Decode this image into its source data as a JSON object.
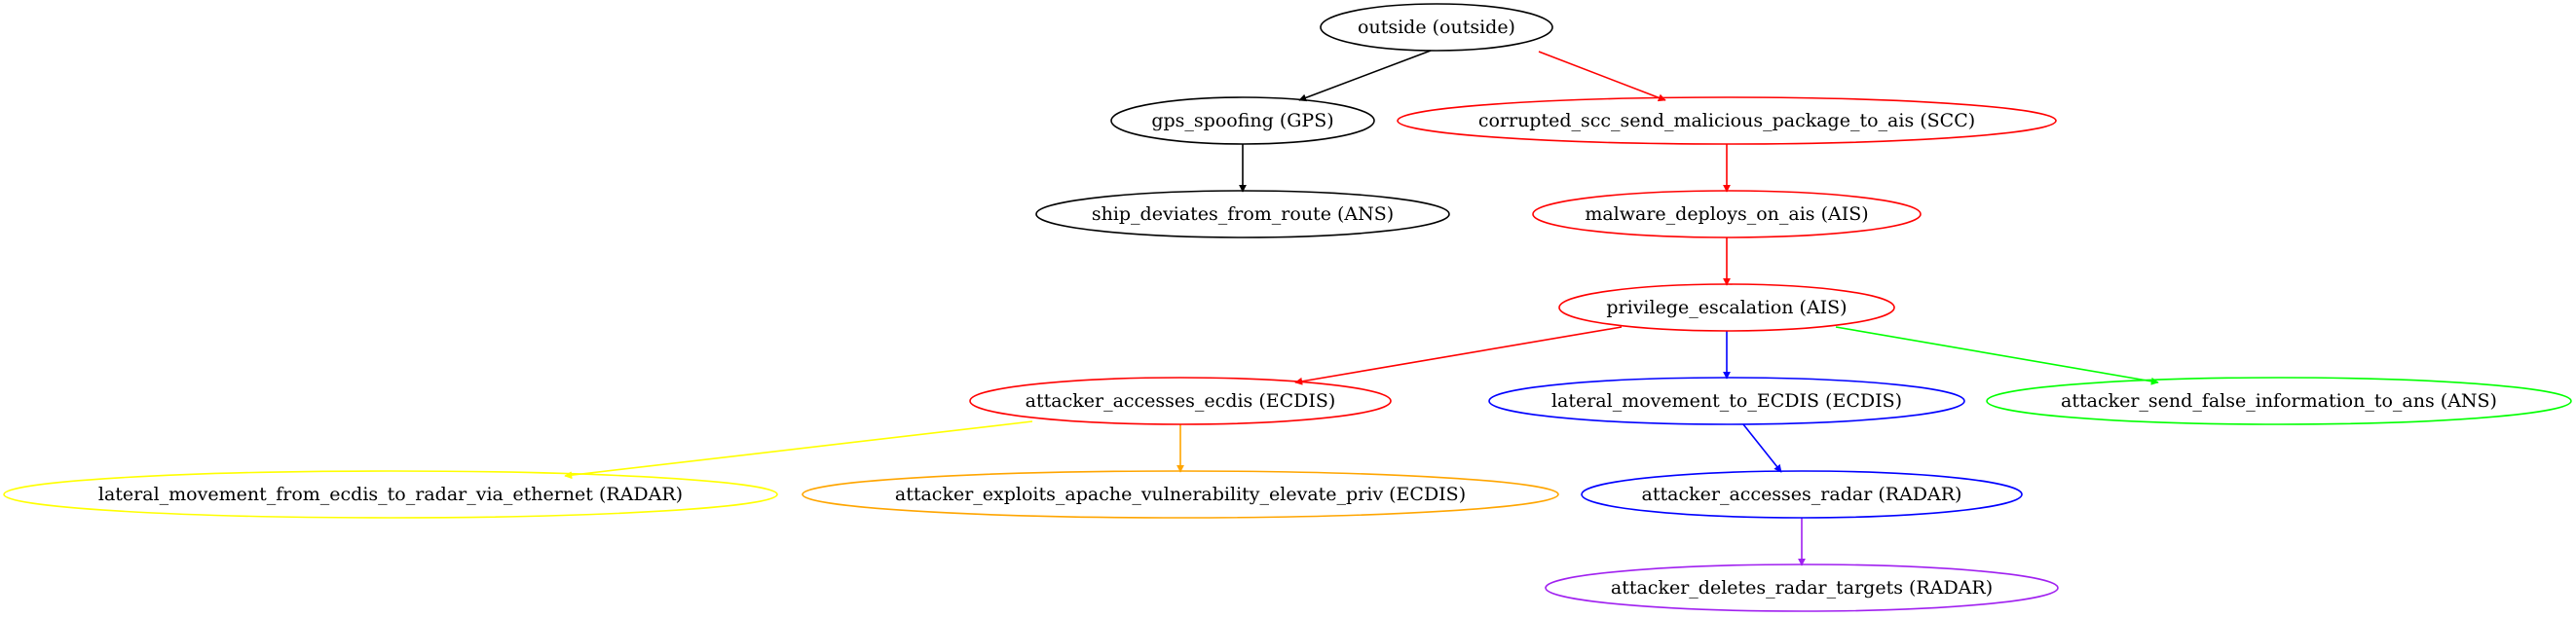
{
  "nodes": {
    "outside": {
      "label": "outside (outside)",
      "color": "#000000"
    },
    "gps_spoofing": {
      "label": "gps_spoofing (GPS)",
      "color": "#000000"
    },
    "corrupted_scc": {
      "label": "corrupted_scc_send_malicious_package_to_ais (SCC)",
      "color": "#ff0000"
    },
    "ship_deviates": {
      "label": "ship_deviates_from_route (ANS)",
      "color": "#000000"
    },
    "malware_deploys": {
      "label": "malware_deploys_on_ais (AIS)",
      "color": "#ff0000"
    },
    "privilege_escalation": {
      "label": "privilege_escalation (AIS)",
      "color": "#ff0000"
    },
    "attacker_accesses_ecdis": {
      "label": "attacker_accesses_ecdis (ECDIS)",
      "color": "#ff0000"
    },
    "lateral_movement_ecdis": {
      "label": "lateral_movement_to_ECDIS (ECDIS)",
      "color": "#0000ff"
    },
    "false_info_ans": {
      "label": "attacker_send_false_information_to_ans (ANS)",
      "color": "#00ff00"
    },
    "lateral_ecdis_radar": {
      "label": "lateral_movement_from_ecdis_to_radar_via_ethernet (RADAR)",
      "color": "#ffff00"
    },
    "apache_vuln": {
      "label": "attacker_exploits_apache_vulnerability_elevate_priv (ECDIS)",
      "color": "#ffa500"
    },
    "accesses_radar": {
      "label": "attacker_accesses_radar (RADAR)",
      "color": "#0000ff"
    },
    "deletes_radar": {
      "label": "attacker_deletes_radar_targets (RADAR)",
      "color": "#a020f0"
    }
  },
  "edges": [
    {
      "from": "outside",
      "to": "gps_spoofing",
      "color": "#000000"
    },
    {
      "from": "outside",
      "to": "corrupted_scc",
      "color": "#ff0000"
    },
    {
      "from": "gps_spoofing",
      "to": "ship_deviates",
      "color": "#000000"
    },
    {
      "from": "corrupted_scc",
      "to": "malware_deploys",
      "color": "#ff0000"
    },
    {
      "from": "malware_deploys",
      "to": "privilege_escalation",
      "color": "#ff0000"
    },
    {
      "from": "privilege_escalation",
      "to": "attacker_accesses_ecdis",
      "color": "#ff0000"
    },
    {
      "from": "privilege_escalation",
      "to": "lateral_movement_ecdis",
      "color": "#0000ff"
    },
    {
      "from": "privilege_escalation",
      "to": "false_info_ans",
      "color": "#00ff00"
    },
    {
      "from": "attacker_accesses_ecdis",
      "to": "lateral_ecdis_radar",
      "color": "#ffff00"
    },
    {
      "from": "attacker_accesses_ecdis",
      "to": "apache_vuln",
      "color": "#ffa500"
    },
    {
      "from": "lateral_movement_ecdis",
      "to": "accesses_radar",
      "color": "#0000ff"
    },
    {
      "from": "accesses_radar",
      "to": "deletes_radar",
      "color": "#a020f0"
    }
  ]
}
